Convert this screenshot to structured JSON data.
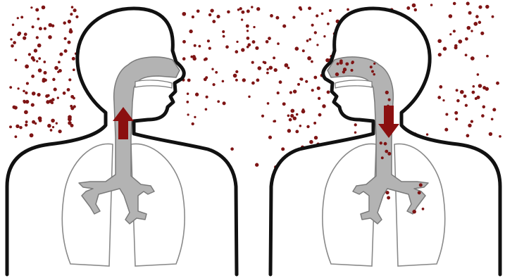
{
  "figure": {
    "colors": {
      "background": "#ffffff",
      "outline": "#111111",
      "lung_outline": "#8a8a8a",
      "airway_fill": "#b3b3b3",
      "airway_stroke": "#7a7a7a",
      "particle": "#7e1414",
      "arrow": "#8b1010"
    },
    "panels": [
      {
        "id": "exhale",
        "facing": "right",
        "arrow_direction": "up",
        "particles_in_airway": false,
        "icons": [
          "head-silhouette",
          "lungs",
          "airway",
          "arrow-up"
        ]
      },
      {
        "id": "inhale",
        "facing": "left",
        "arrow_direction": "down",
        "particles_in_airway": true,
        "icons": [
          "head-silhouette",
          "lungs",
          "airway",
          "arrow-down"
        ]
      }
    ],
    "particles": {
      "seed": 7,
      "left_panel_count": 110,
      "middle_count": 160,
      "right_panel_count": 140,
      "in_airway_count": 28
    }
  }
}
